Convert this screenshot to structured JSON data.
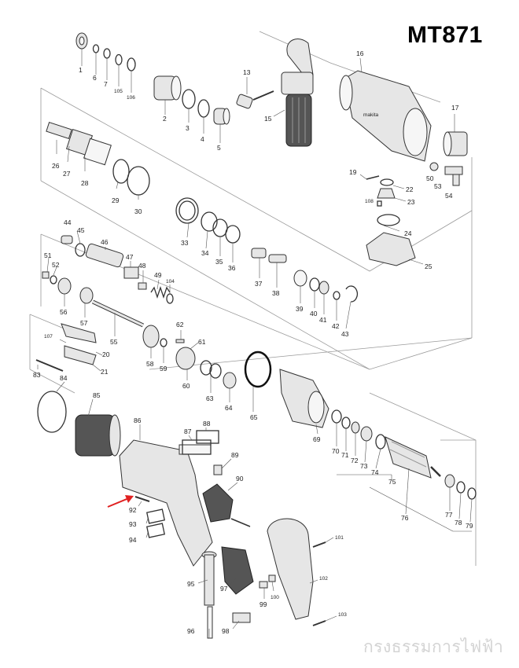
{
  "model": "MT871",
  "watermark": "กรงธรรมการไฟฟ้า",
  "arrow_color": "#e02020",
  "callouts": [
    {
      "id": "p1",
      "label": "1"
    },
    {
      "id": "p6",
      "label": "6"
    },
    {
      "id": "p7",
      "label": "7"
    },
    {
      "id": "p105",
      "label": "105"
    },
    {
      "id": "p106",
      "label": "106"
    },
    {
      "id": "p2",
      "label": "2"
    },
    {
      "id": "p3",
      "label": "3"
    },
    {
      "id": "p4",
      "label": "4"
    },
    {
      "id": "p5",
      "label": "5"
    },
    {
      "id": "p13",
      "label": "13"
    },
    {
      "id": "p15",
      "label": "15"
    },
    {
      "id": "p16",
      "label": "16"
    },
    {
      "id": "p17",
      "label": "17"
    },
    {
      "id": "p26",
      "label": "26"
    },
    {
      "id": "p27",
      "label": "27"
    },
    {
      "id": "p28",
      "label": "28"
    },
    {
      "id": "p29",
      "label": "29"
    },
    {
      "id": "p30",
      "label": "30"
    },
    {
      "id": "p19",
      "label": "19"
    },
    {
      "id": "p22",
      "label": "22"
    },
    {
      "id": "p108",
      "label": "108"
    },
    {
      "id": "p23",
      "label": "23"
    },
    {
      "id": "p50",
      "label": "50"
    },
    {
      "id": "p53",
      "label": "53"
    },
    {
      "id": "p54",
      "label": "54"
    },
    {
      "id": "p24",
      "label": "24"
    },
    {
      "id": "p25",
      "label": "25"
    },
    {
      "id": "p33",
      "label": "33"
    },
    {
      "id": "p34",
      "label": "34"
    },
    {
      "id": "p35",
      "label": "35"
    },
    {
      "id": "p36",
      "label": "36"
    },
    {
      "id": "p37",
      "label": "37"
    },
    {
      "id": "p38",
      "label": "38"
    },
    {
      "id": "p39",
      "label": "39"
    },
    {
      "id": "p40",
      "label": "40"
    },
    {
      "id": "p41",
      "label": "41"
    },
    {
      "id": "p42",
      "label": "42"
    },
    {
      "id": "p43",
      "label": "43"
    },
    {
      "id": "p44",
      "label": "44"
    },
    {
      "id": "p45",
      "label": "45"
    },
    {
      "id": "p46",
      "label": "46"
    },
    {
      "id": "p47",
      "label": "47"
    },
    {
      "id": "p48",
      "label": "48"
    },
    {
      "id": "p49",
      "label": "49"
    },
    {
      "id": "p104",
      "label": "104"
    },
    {
      "id": "p51",
      "label": "51"
    },
    {
      "id": "p52",
      "label": "52"
    },
    {
      "id": "p56",
      "label": "56"
    },
    {
      "id": "p57",
      "label": "57"
    },
    {
      "id": "p55",
      "label": "55"
    },
    {
      "id": "p58",
      "label": "58"
    },
    {
      "id": "p59",
      "label": "59"
    },
    {
      "id": "p62",
      "label": "62"
    },
    {
      "id": "p61",
      "label": "61"
    },
    {
      "id": "p60",
      "label": "60"
    },
    {
      "id": "p63",
      "label": "63"
    },
    {
      "id": "p64",
      "label": "64"
    },
    {
      "id": "p107",
      "label": "107"
    },
    {
      "id": "p20",
      "label": "20"
    },
    {
      "id": "p21",
      "label": "21"
    },
    {
      "id": "p83",
      "label": "83"
    },
    {
      "id": "p84",
      "label": "84"
    },
    {
      "id": "p85",
      "label": "85"
    },
    {
      "id": "p65",
      "label": "65"
    },
    {
      "id": "p69",
      "label": "69"
    },
    {
      "id": "p86",
      "label": "86"
    },
    {
      "id": "p87",
      "label": "87"
    },
    {
      "id": "p88",
      "label": "88"
    },
    {
      "id": "p89",
      "label": "89"
    },
    {
      "id": "p90",
      "label": "90"
    },
    {
      "id": "p70",
      "label": "70"
    },
    {
      "id": "p71",
      "label": "71"
    },
    {
      "id": "p72",
      "label": "72"
    },
    {
      "id": "p73",
      "label": "73"
    },
    {
      "id": "p74",
      "label": "74"
    },
    {
      "id": "p75",
      "label": "75"
    },
    {
      "id": "p76",
      "label": "76"
    },
    {
      "id": "p77",
      "label": "77"
    },
    {
      "id": "p78",
      "label": "78"
    },
    {
      "id": "p79",
      "label": "79"
    },
    {
      "id": "p92",
      "label": "92"
    },
    {
      "id": "p93",
      "label": "93"
    },
    {
      "id": "p94",
      "label": "94"
    },
    {
      "id": "p95",
      "label": "95"
    },
    {
      "id": "p96",
      "label": "96"
    },
    {
      "id": "p97",
      "label": "97"
    },
    {
      "id": "p98",
      "label": "98"
    },
    {
      "id": "p99",
      "label": "99"
    },
    {
      "id": "p100",
      "label": "100"
    },
    {
      "id": "p101",
      "label": "101"
    },
    {
      "id": "p102",
      "label": "102"
    },
    {
      "id": "p103",
      "label": "103"
    }
  ]
}
